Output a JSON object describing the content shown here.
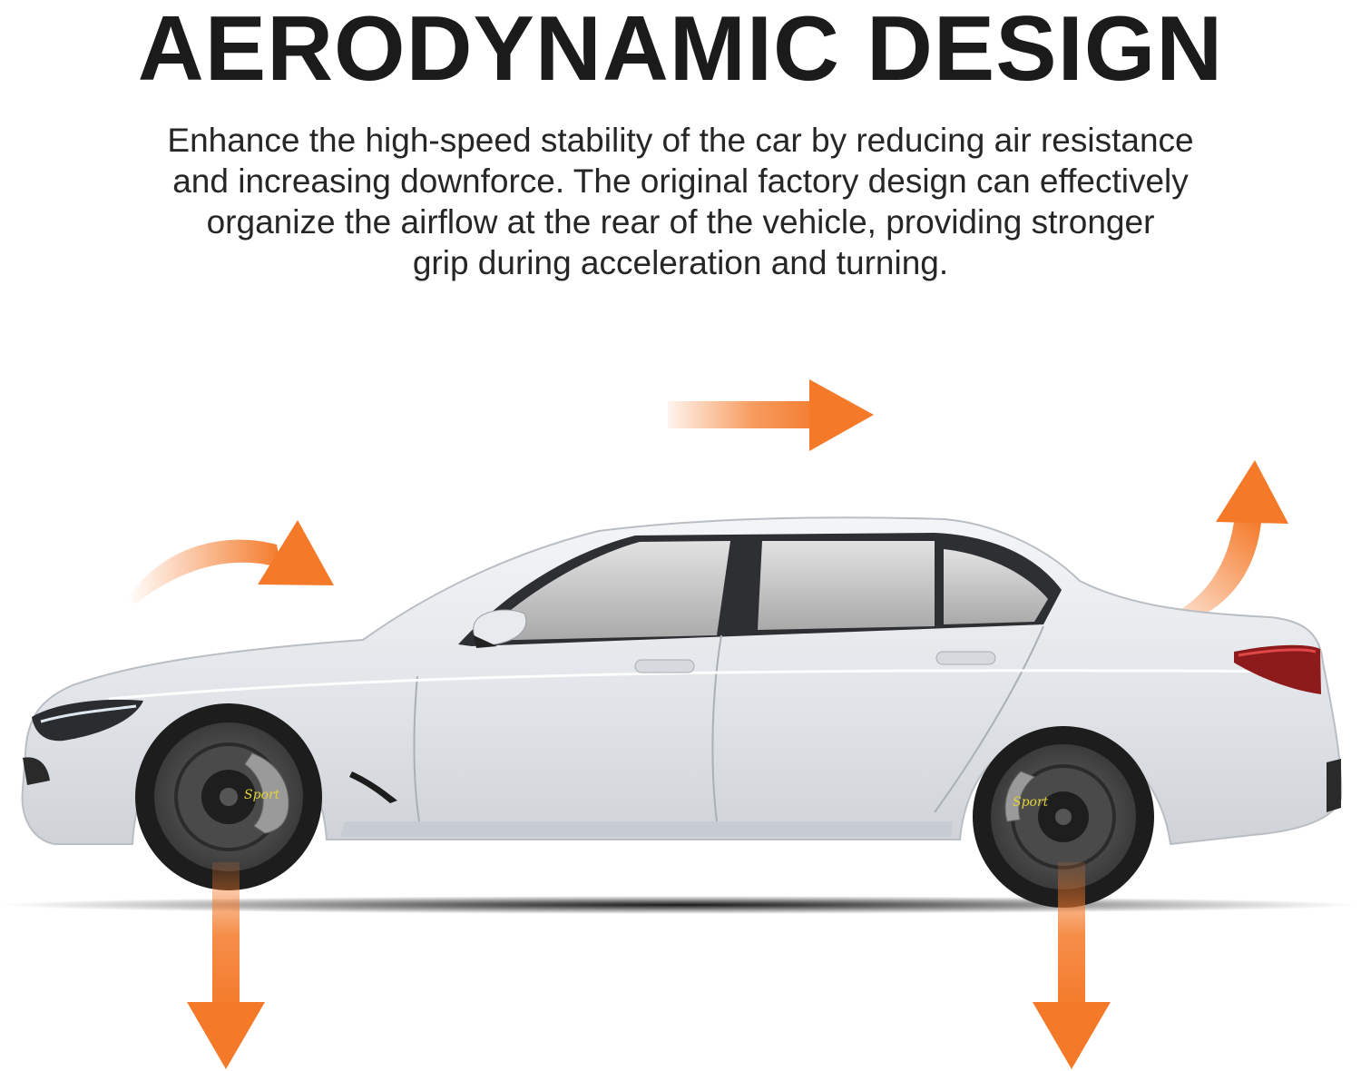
{
  "headline": "AERODYNAMIC DESIGN",
  "description": [
    "Enhance the high-speed stability of the car by reducing air resistance",
    "and increasing downforce. The original factory design can effectively",
    "organize the airflow at the rear of the vehicle, providing stronger",
    "grip during acceleration and turning."
  ],
  "caliper_brand": "Sport",
  "colors": {
    "arrow": "#f47a2a",
    "headline": "#1b1b1b",
    "body_text": "#262626",
    "car_body": "#e9ebee"
  },
  "illustration": {
    "subject": "white sedan side view with big brake kit",
    "arrows": [
      "top-airflow-arrow",
      "front-curved-arrow",
      "rear-upward-arrow",
      "front-downforce-arrow",
      "rear-downforce-arrow"
    ]
  }
}
